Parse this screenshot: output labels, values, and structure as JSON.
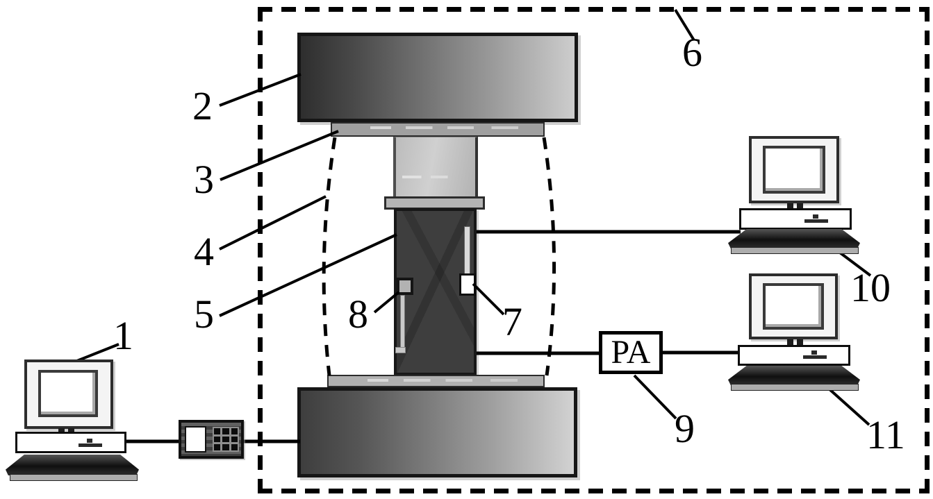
{
  "figure": {
    "background_color": "#ffffff",
    "line_color": "#000000",
    "specimen_color": "#3e3e3e",
    "platen_gradient": [
      "#2e2e2e",
      "#cdcdcd"
    ]
  },
  "pa_box": {
    "label": "PA"
  },
  "callouts": [
    {
      "text": "1",
      "component": "control-computer"
    },
    {
      "text": "2",
      "component": "upper-platen"
    },
    {
      "text": "3",
      "component": "upper-spacer-plate"
    },
    {
      "text": "4",
      "component": "chamber-dashed-outline"
    },
    {
      "text": "5",
      "component": "specimen-column"
    },
    {
      "text": "6",
      "component": "test-frame-enclosure"
    },
    {
      "text": "7",
      "component": "right-sensor"
    },
    {
      "text": "8",
      "component": "left-sensor"
    },
    {
      "text": "9",
      "component": "preamplifier"
    },
    {
      "text": "10",
      "component": "upper-right-computer"
    },
    {
      "text": "11",
      "component": "lower-right-computer"
    }
  ]
}
